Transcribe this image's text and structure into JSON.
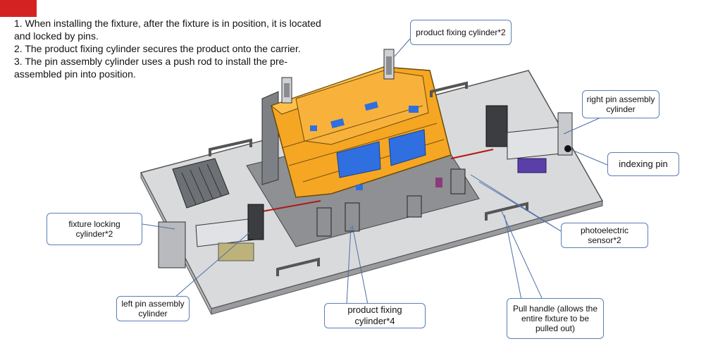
{
  "notes": [
    "1. When installing the fixture, after the fixture is in position, it is located and locked by pins.",
    "2. The product fixing cylinder secures the product onto the carrier.",
    "3. The pin assembly cylinder uses a push rod to install the pre-assembled pin into position."
  ],
  "callouts": {
    "product_fixing_cylinder_2": "product fixing cylinder*2",
    "right_pin_assembly_cylinder": "right pin assembly cylinder",
    "indexing_pin": "indexing pin",
    "photoelectric_sensor": "photoelectric sensor*2",
    "pull_handle": "Pull handle (allows the entire fixture to be pulled out)",
    "product_fixing_cylinder_4": "product fixing cylinder*4",
    "left_pin_assembly_cylinder": "left pin assembly cylinder",
    "fixture_locking_cylinder": "fixture locking cylinder*2"
  },
  "colors": {
    "accent_red": "#d42222",
    "callout_border": "#5b7fb5",
    "product_orange": "#f5a623",
    "window_blue": "#2f6fe0",
    "plate_gray": "#d9dadc"
  }
}
